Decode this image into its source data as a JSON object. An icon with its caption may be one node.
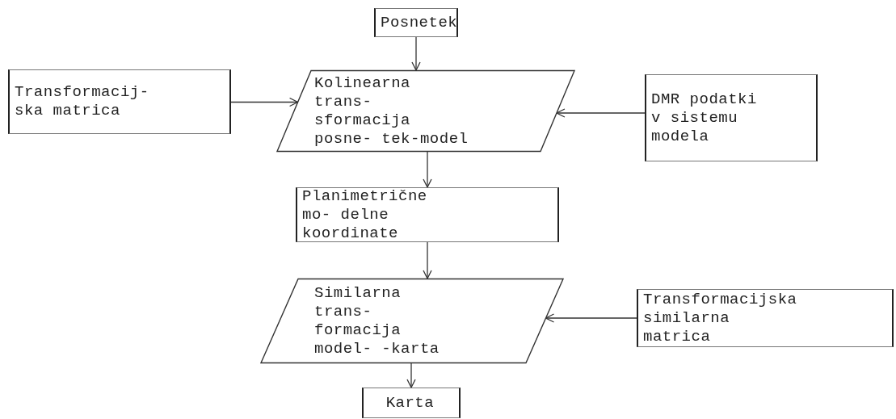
{
  "diagram": {
    "nodes": [
      {
        "text": [
          "Posnetek"
        ]
      },
      {
        "text": [
          "Transformacij- ska matrica"
        ]
      },
      {
        "text": [
          "Kolinearna trans- sformacija posne- tek-model"
        ]
      },
      {
        "text": [
          "DMR podatki v sistemu modela"
        ]
      },
      {
        "text": [
          "Planimetrične mo- delne koordinate"
        ]
      },
      {
        "text": [
          "Similarna trans- formacija model- -karta"
        ]
      },
      {
        "text": [
          "Transformacijska similarna matrica"
        ]
      },
      {
        "text": [
          "Karta"
        ]
      }
    ],
    "edges": [
      {
        "from": 0,
        "to": 2,
        "arrow": "to"
      },
      {
        "from": 1,
        "to": 2,
        "arrow": "to"
      },
      {
        "from": 3,
        "to": 2,
        "arrow": "to"
      },
      {
        "from": 2,
        "to": 4,
        "arrow": "to"
      },
      {
        "from": 4,
        "to": 5,
        "arrow": "to"
      },
      {
        "from": 6,
        "to": 5,
        "arrow": "to"
      },
      {
        "from": 5,
        "to": 7,
        "arrow": "to"
      }
    ]
  }
}
